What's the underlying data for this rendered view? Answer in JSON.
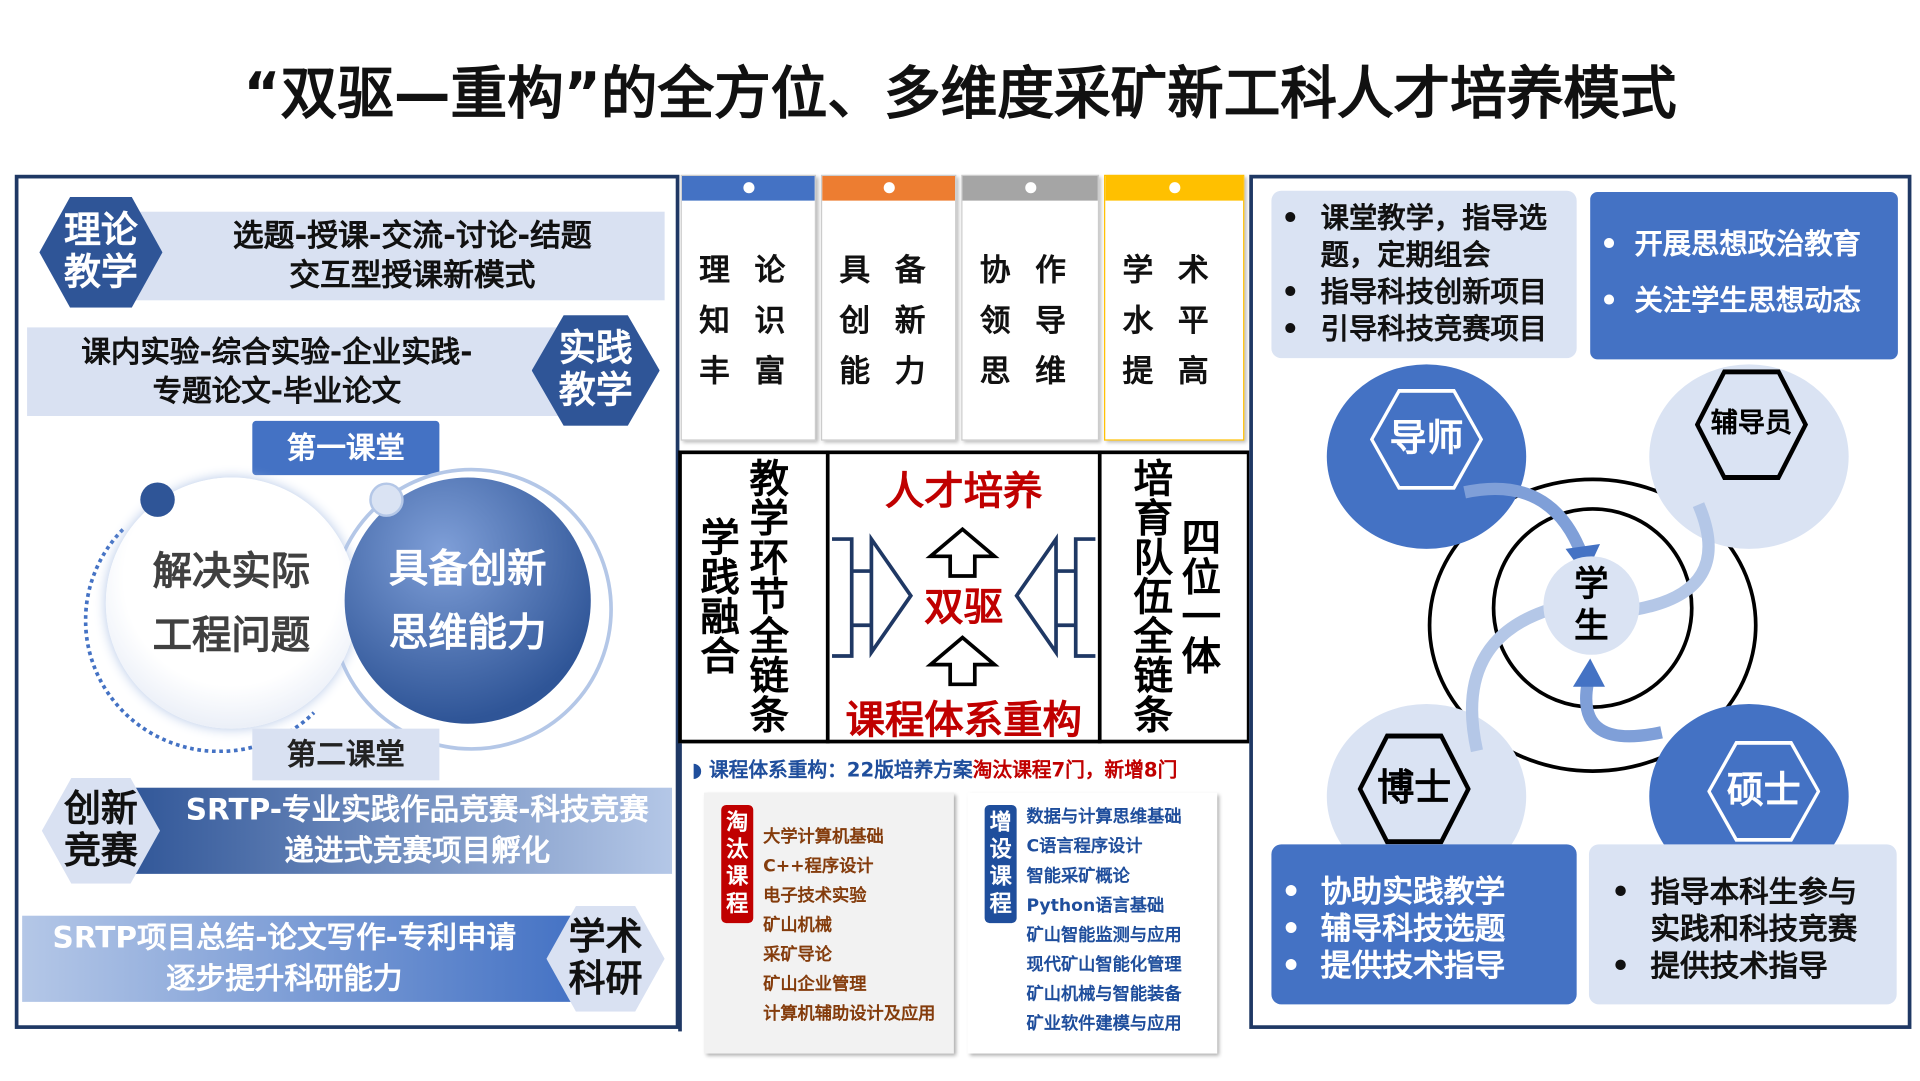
{
  "title": "“双驱—重构”的全方位、多维度采矿新工科人才培养模式",
  "left": {
    "theory_tag": "理论教学",
    "theory_text": [
      "选题-授课-交流-讨论-结题",
      "交互型授课新模式"
    ],
    "practice_text": [
      "课内实验-综合实验-企业实践-",
      "专题论文-毕业论文"
    ],
    "practice_tag": "实践教学",
    "first_class": "第一课堂",
    "second_class": "第二课堂",
    "circle_left": [
      "解决实际",
      "工程问题"
    ],
    "circle_right": [
      "具备创新",
      "思维能力"
    ],
    "innovation_tag": "创新竞赛",
    "innovation_text": [
      "SRTP-专业实践作品竞赛-科技竞赛",
      "递进式竞赛项目孵化"
    ],
    "research_text": [
      "SRTP项目总结-论文写作-专利申请",
      "逐步提升科研能力"
    ],
    "research_tag": "学术科研"
  },
  "cards": [
    {
      "color": "#4472c4",
      "lines": [
        "理论",
        "知识",
        "丰富"
      ]
    },
    {
      "color": "#ed7d31",
      "lines": [
        "具备",
        "创新",
        "能力"
      ]
    },
    {
      "color": "#a5a5a5",
      "lines": [
        "协作",
        "领导",
        "思维"
      ]
    },
    {
      "color": "#ffc000",
      "lines": [
        "学术",
        "水平",
        "提高"
      ]
    }
  ],
  "center": {
    "left_outer": "学践融合",
    "left_inner": "教学环节全链条",
    "top": "人才培养",
    "middle": "双驱",
    "bottom": "课程体系重构",
    "right_inner": "培育队伍全链条",
    "right_outer": "四位一体"
  },
  "courses": {
    "heading_blue": "课程体系重构：22版培养方案",
    "heading_red": "淘汰课程7门，新增8门",
    "removed_tag": "淘汰课程",
    "removed": [
      "大学计算机基础",
      "C++程序设计",
      "电子技术实验",
      "矿山机械",
      "采矿导论",
      "矿山企业管理",
      "计算机辅助设计及应用"
    ],
    "added_tag": "增设课程",
    "added": [
      "数据与计算思维基础",
      "C语言程序设计",
      "智能采矿概论",
      "Python语言基础",
      "矿山智能监测与应用",
      "现代矿山智能化管理",
      "矿山机械与智能装备",
      "矿业软件建模与应用"
    ]
  },
  "right": {
    "mentor_box": [
      "课堂教学，指导选题，定期组会",
      "指导科技创新项目",
      "引导科技竞赛项目"
    ],
    "counselor_box": [
      "开展思想政治教育",
      "关注学生思想动态"
    ],
    "mentor": "导师",
    "counselor": "辅导员",
    "student": "学生",
    "phd": "博士",
    "master": "硕士",
    "phd_box": [
      "协助实践教学",
      "辅导科技选题",
      "提供技术指导"
    ],
    "master_box": [
      "指导本科生参与实践和科技竞赛",
      "提供技术指导"
    ]
  }
}
